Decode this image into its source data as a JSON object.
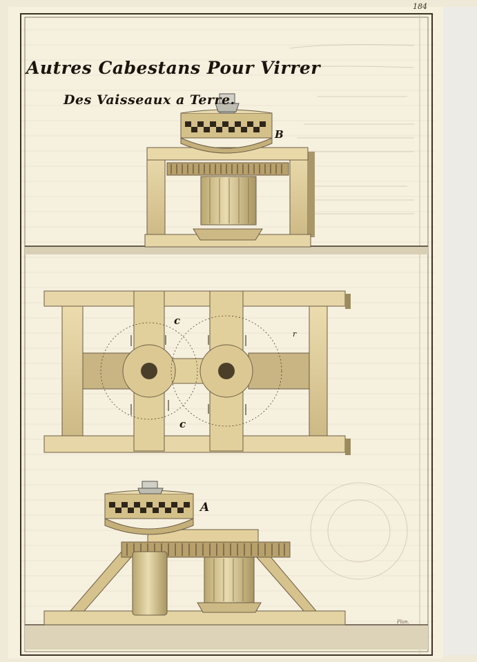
{
  "page_number": "184",
  "title_line1": "Autres Cabestans Pour Virrer",
  "title_line2": "Des Vaisseaux a Terre.",
  "labels": {
    "B": "B",
    "A": "A",
    "c_top": "c",
    "c_bottom": "c",
    "r": "r"
  },
  "signature": "Plan.",
  "colors": {
    "paper": "#f4efe2",
    "wood_light": "#e6d6a6",
    "wood_mid": "#cdb985",
    "wood_dark": "#9c8a5c",
    "ground": "#d9d0b6",
    "ink": "#1c140c"
  }
}
